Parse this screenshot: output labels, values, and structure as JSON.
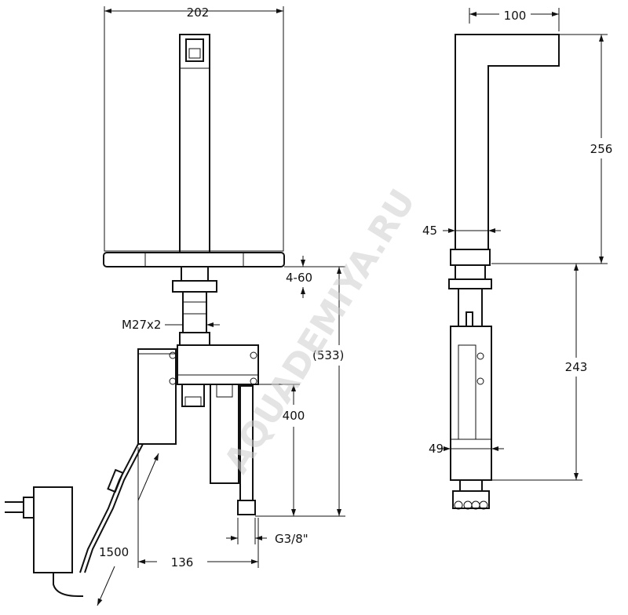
{
  "labels": {
    "front_width": "202",
    "side_width": "100",
    "spout_height": "256",
    "deck_thickness": "4-60",
    "thread": "M27x2",
    "total_height": "(533)",
    "side_lower_height": "243",
    "lower_height": "400",
    "spout_depth": "45",
    "side_box": "49",
    "cable_length": "1500",
    "box_offset": "136",
    "connection": "G3/8\""
  },
  "watermark": "AQUADEMIYA.RU",
  "colors": {
    "line": "#111111",
    "watermark": "#cfcfcf",
    "background": "#ffffff"
  }
}
